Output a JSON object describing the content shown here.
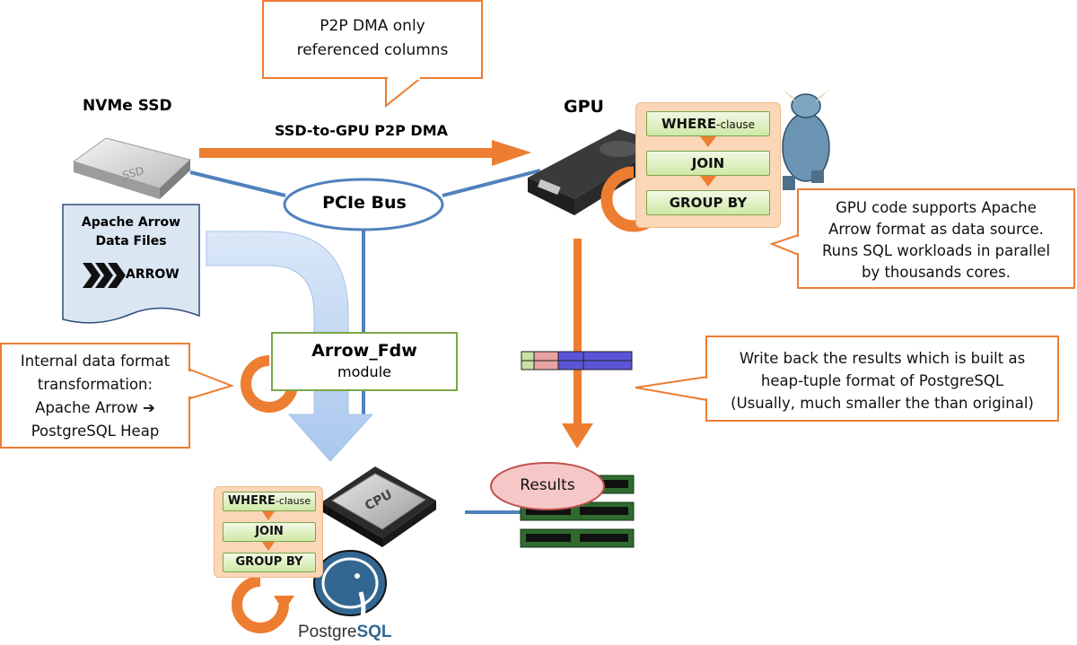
{
  "labels": {
    "nvme_ssd": "NVMe SSD",
    "gpu": "GPU",
    "p2p_dma": "SSD-to-GPU P2P DMA",
    "pcie_bus": "PCIe Bus",
    "ssd_sticker": "SSD",
    "cpu_chip": "CPU",
    "results": "Results",
    "postgres_logo_a": "Postgre",
    "postgres_logo_b": "SQL"
  },
  "callouts": {
    "p2p_top": [
      "P2P DMA only",
      "referenced columns"
    ],
    "gpu_code": [
      "GPU code supports Apache",
      "Arrow format as data source.",
      "Runs SQL workloads in parallel",
      "by thousands cores."
    ],
    "write_back": [
      "Write back the results which is built as",
      "heap-tuple format of PostgreSQL",
      "(Usually, much smaller the than original)"
    ],
    "internal": [
      "Internal data format",
      "transformation:",
      "Apache Arrow",
      "PostgreSQL Heap"
    ]
  },
  "arrow_files": {
    "title": [
      "Apache Arrow",
      "Data Files"
    ],
    "logo": "ARROW"
  },
  "arrow_fdw": {
    "name": "Arrow_Fdw",
    "sub": "module"
  },
  "gpu_pipeline": {
    "where": "WHERE",
    "where_suffix": "-clause",
    "join": "JOIN",
    "group_by": "GROUP BY"
  },
  "cpu_pipeline": {
    "where": "WHERE",
    "where_suffix": "-clause",
    "join": "JOIN",
    "group_by": "GROUP BY"
  },
  "colors": {
    "accent_orange": "#ed7d31",
    "bus_blue": "#4f81bd",
    "module_green": "#7aa64a"
  }
}
